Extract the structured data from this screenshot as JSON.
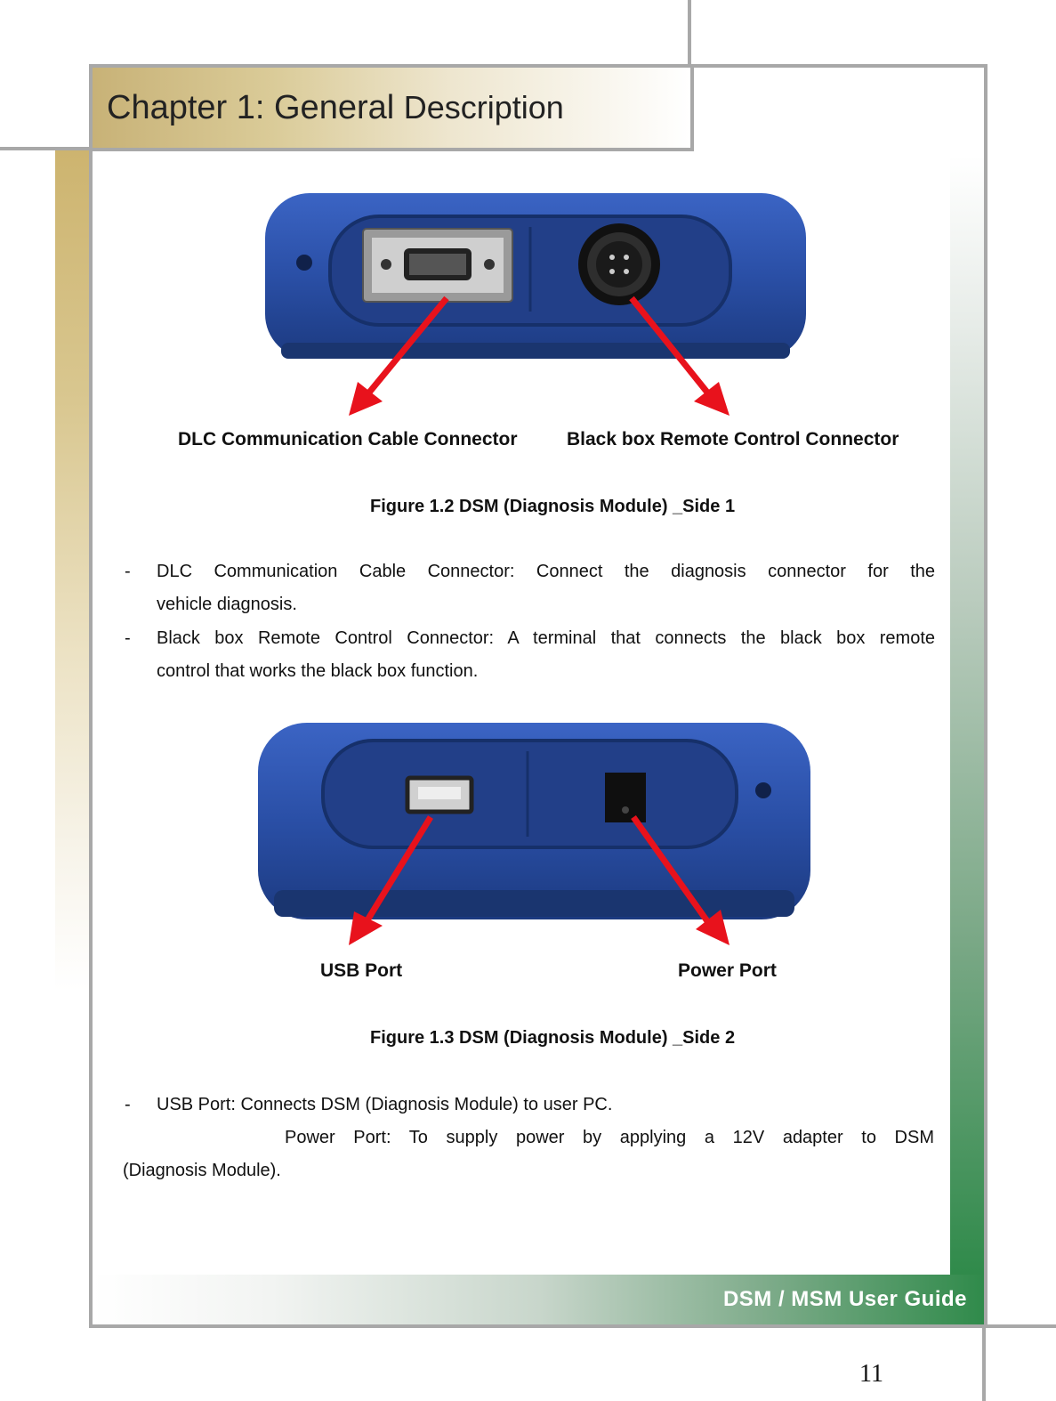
{
  "header": {
    "chapter_main": "Chapter 1: General",
    "chapter_rest": "Description"
  },
  "figure1": {
    "label_left": "DLC Communication Cable Connector",
    "label_right": "Black box Remote Control Connector",
    "caption": "Figure 1.2 DSM (Diagnosis Module) _Side 1"
  },
  "bullets1": [
    {
      "dash": "-",
      "line1": "DLC Communication Cable Connector: Connect the diagnosis connector for the",
      "line2": "vehicle diagnosis."
    },
    {
      "dash": "-",
      "line1": "Black box Remote Control Connector: A terminal that connects the black box remote",
      "line2": "control that works the black box function."
    }
  ],
  "figure2": {
    "label_left": "USB Port",
    "label_right": "Power Port",
    "caption": "Figure 1.3 DSM (Diagnosis Module) _Side 2"
  },
  "bullets2": [
    {
      "dash": "-",
      "text": "USB Port: Connects DSM (Diagnosis Module) to user PC."
    },
    {
      "line1": "Power Port: To supply power by applying a 12V adapter to DSM",
      "line2": "(Diagnosis Module)."
    }
  ],
  "footer": {
    "guide": "DSM / MSM User Guide",
    "page_number": "11"
  },
  "colors": {
    "device_blue": "#2a4fa6",
    "arrow_red": "#e8121c",
    "frame_gray": "#a8a8a8"
  }
}
